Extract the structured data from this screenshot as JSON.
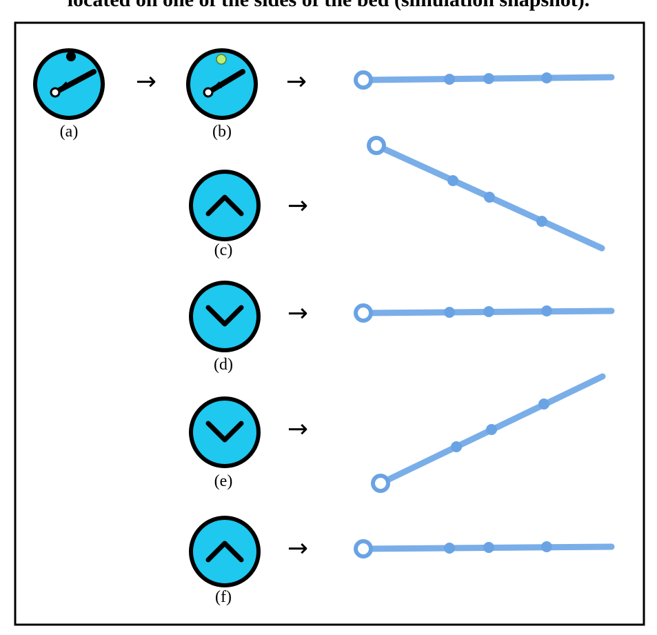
{
  "caption": "located on one of the sides of the bed (simulation snapshot).",
  "arrow_symbol": "→",
  "labels": {
    "a": "(a)",
    "b": "(b)",
    "c": "(c)",
    "d": "(d)",
    "e": "(e)",
    "f": "(f)"
  },
  "colors": {
    "dial_fill": "#1ec8ee",
    "dial_border": "#000000",
    "rod": "#7aaee8",
    "rod_joint": "#6aa3e4",
    "indicator_off": "#000000",
    "indicator_on": "#b9f07a"
  },
  "icons": {
    "a": "dial-icon",
    "b": "dial-icon",
    "c": "chevron-up-icon",
    "d": "chevron-down-icon",
    "e": "chevron-down-icon",
    "f": "chevron-up-icon"
  }
}
